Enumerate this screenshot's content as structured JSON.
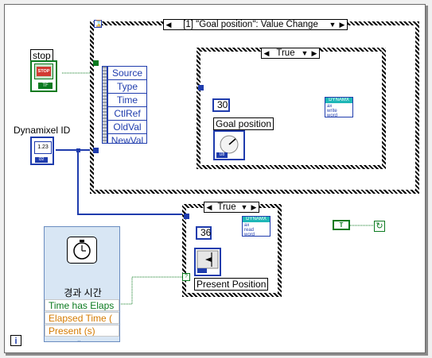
{
  "labels": {
    "stop": "stop",
    "dynamixel_id": "Dynamixel ID",
    "goal_position": "Goal position",
    "present_position": "Present Position"
  },
  "event_structure": {
    "selector_text": "[1] \"Goal position\": Value Change",
    "node_rows": [
      "Source",
      "Type",
      "Time",
      "CtlRef",
      "OldVal",
      "NewVal"
    ]
  },
  "case_top": {
    "selector_text": "True",
    "constant": "30"
  },
  "case_bottom": {
    "selector_text": "True",
    "constant": "36"
  },
  "subvi_write": {
    "header": "DYNAMX",
    "lines": [
      "ax",
      "write",
      "word"
    ]
  },
  "subvi_read": {
    "header": "DYNAMX",
    "lines": [
      "ax",
      "read",
      "word"
    ]
  },
  "controls": {
    "stop_button_text": "STOP",
    "stop_terminal_tag": "TF",
    "numeric_value": "1.23",
    "numeric_tag": "I32",
    "knob_tag": "U8",
    "bool_constant": "T"
  },
  "express_vi": {
    "title": "경과 시간",
    "outputs": [
      "Time has Elaps",
      "Elapsed Time (",
      "Present (s)"
    ]
  },
  "colors": {
    "numeric_wire": "#1f3cad",
    "boolean_wire": "#0b7a1f",
    "orange_output": "#d47a00"
  },
  "icons": {
    "info": "info-icon",
    "loop_condition": "loop-condition-icon",
    "timer": "stopwatch-icon"
  }
}
